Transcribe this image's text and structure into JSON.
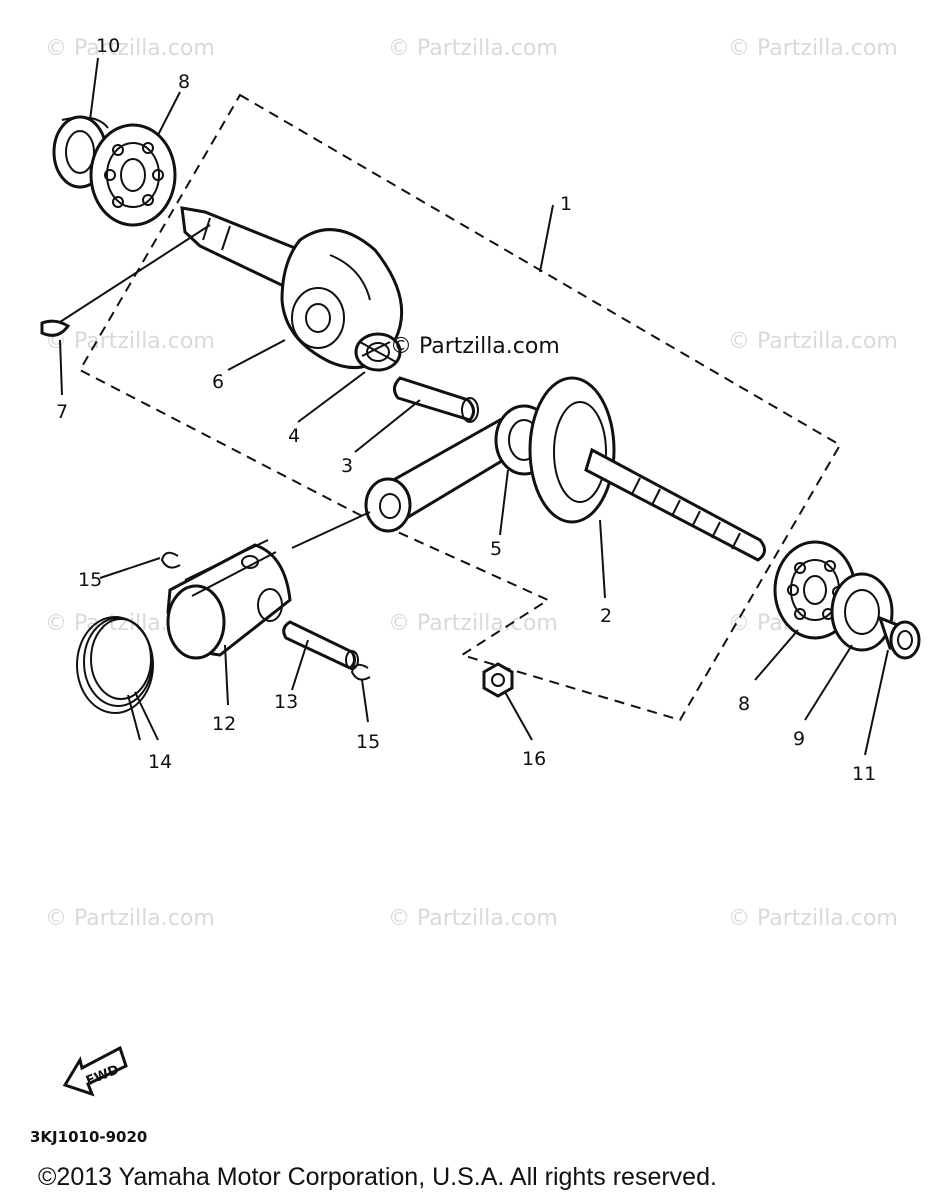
{
  "watermarks": [
    "© Partzilla.com",
    "© Partzilla.com",
    "© Partzilla.com",
    "© Partzilla.com",
    "© Partzilla.com",
    "© Partzilla.com",
    "© Partzilla.com",
    "© Partzilla.com",
    "© Partzilla.com",
    "© Partzilla.com",
    "© Partzilla.com"
  ],
  "center_watermark": "© Partzilla.com",
  "callouts": {
    "c1": "1",
    "c2": "2",
    "c3": "3",
    "c4": "4",
    "c5": "5",
    "c6": "6",
    "c7": "7",
    "c8a": "8",
    "c8b": "8",
    "c9": "9",
    "c10": "10",
    "c11": "11",
    "c12": "12",
    "c13": "13",
    "c14": "14",
    "c15a": "15",
    "c15b": "15",
    "c16": "16"
  },
  "fwd_label": "FWD",
  "diagram_code": "3KJ1010-9020",
  "copyright": "©2013 Yamaha Motor Corporation, U.S.A. All rights reserved."
}
